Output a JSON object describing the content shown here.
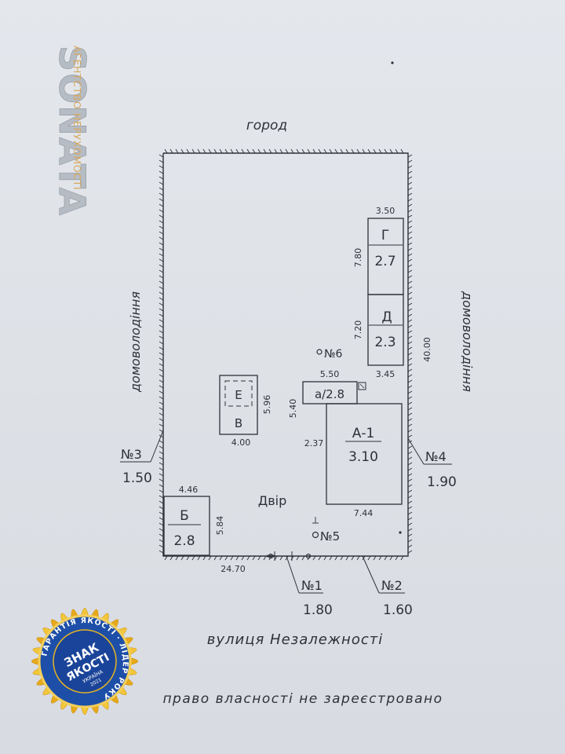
{
  "colors": {
    "paper": "#dfe3e8",
    "ink": "#2e3137",
    "seal_blue": "#1d4fa8",
    "seal_gold": "#e6b423",
    "logo": "#b6bcc4",
    "logo_accent": "#d7a860"
  },
  "top_label": "город",
  "left_label": "домоволодіння",
  "right_label": "домоволодіння",
  "street_label": "вулиця Незалежності",
  "footer_note": "право власності не зареєстровано",
  "yard_label": "Двір",
  "plot": {
    "right_side": "40.00",
    "bottom_side": "24.70"
  },
  "buildings": {
    "g": {
      "letter": "Г",
      "height": "2.7",
      "width": "3.50",
      "length": "7.80"
    },
    "d": {
      "letter": "Д",
      "height": "2.3",
      "width": "3.45",
      "length": "7.20"
    },
    "e": {
      "letter": "Е",
      "sub": "В",
      "width": "4.00",
      "length": "5.96"
    },
    "a_annex": {
      "label": "а/2.8",
      "width": "5.50",
      "length": "5.40",
      "extra": "2.37"
    },
    "a": {
      "letter": "А-1",
      "height": "3.10",
      "width": "7.44"
    },
    "b": {
      "letter": "Б",
      "height": "2.8",
      "width": "4.46",
      "length": "5.84"
    }
  },
  "markers": {
    "m1": {
      "label": "№1",
      "value": "1.80"
    },
    "m2": {
      "label": "№2",
      "value": "1.60"
    },
    "m3": {
      "label": "№3",
      "value": "1.50"
    },
    "m4": {
      "label": "№4",
      "value": "1.90"
    },
    "m5": {
      "label": "№5"
    },
    "m6": {
      "label": "№6"
    }
  },
  "logo": {
    "brand": "SONATA",
    "tagline": "АГЕНТСТВО НЕРУХОМОСТІ"
  },
  "seal": {
    "ring_text": "ГАРАНТІЯ ЯКОСТІ · ЛІДЕР РОКУ",
    "line1": "ЗНАК",
    "line2": "ЯКОСТІ",
    "country": "УКРАЇНА",
    "year": "2021"
  }
}
